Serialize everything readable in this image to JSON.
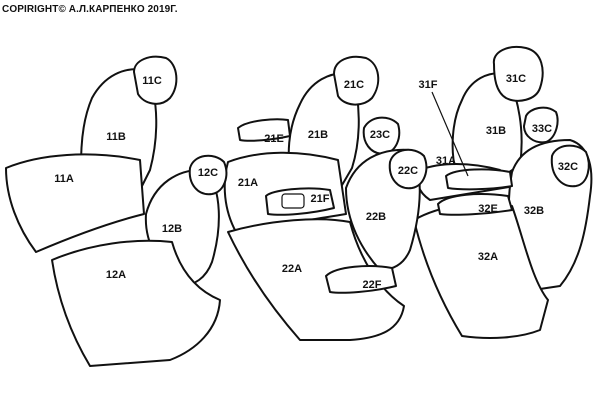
{
  "copyright": "COPIRIGHT© А.Л.КАРПЕНКО 2019Г.",
  "labels": {
    "l11C": "11C",
    "l11B": "11B",
    "l11A": "11A",
    "l12C": "12C",
    "l12B": "12B",
    "l12A": "12A",
    "l21C": "21C",
    "l21B": "21B",
    "l21A": "21A",
    "l21E": "21E",
    "l21F": "21F",
    "l22C": "22C",
    "l22B": "22B",
    "l22A": "22A",
    "l22F": "22F",
    "l23C": "23C",
    "l31C": "31C",
    "l31B": "31B",
    "l31A": "31A",
    "l31F": "31F",
    "l32C": "32C",
    "l32B": "32B",
    "l32A": "32A",
    "l32E": "32E",
    "l33C": "33C"
  },
  "colors": {
    "line": "#111111",
    "background": "#ffffff"
  }
}
